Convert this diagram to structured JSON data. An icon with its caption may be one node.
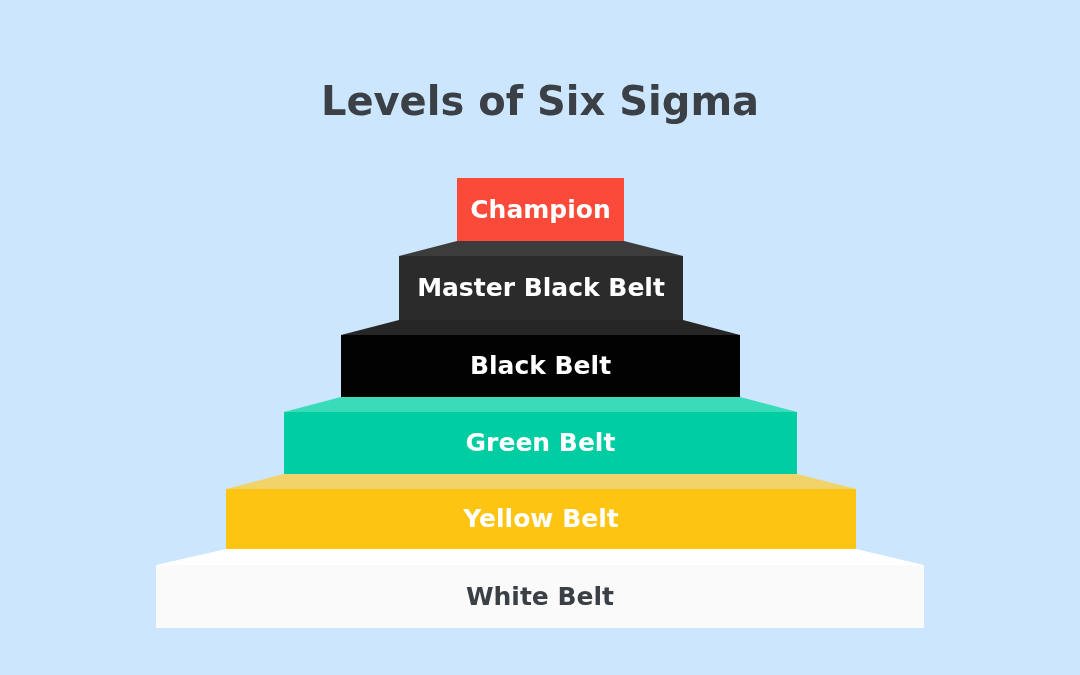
{
  "diagram": {
    "title": "Levels of Six Sigma",
    "nodes": [
      {
        "text": [
          "Champion"
        ]
      },
      {
        "text": [
          "Master Black Belt"
        ]
      },
      {
        "text": [
          "Black Belt"
        ]
      },
      {
        "text": [
          "Green Belt"
        ]
      },
      {
        "text": [
          "Yellow Belt"
        ]
      },
      {
        "text": [
          "White Belt"
        ]
      }
    ]
  }
}
